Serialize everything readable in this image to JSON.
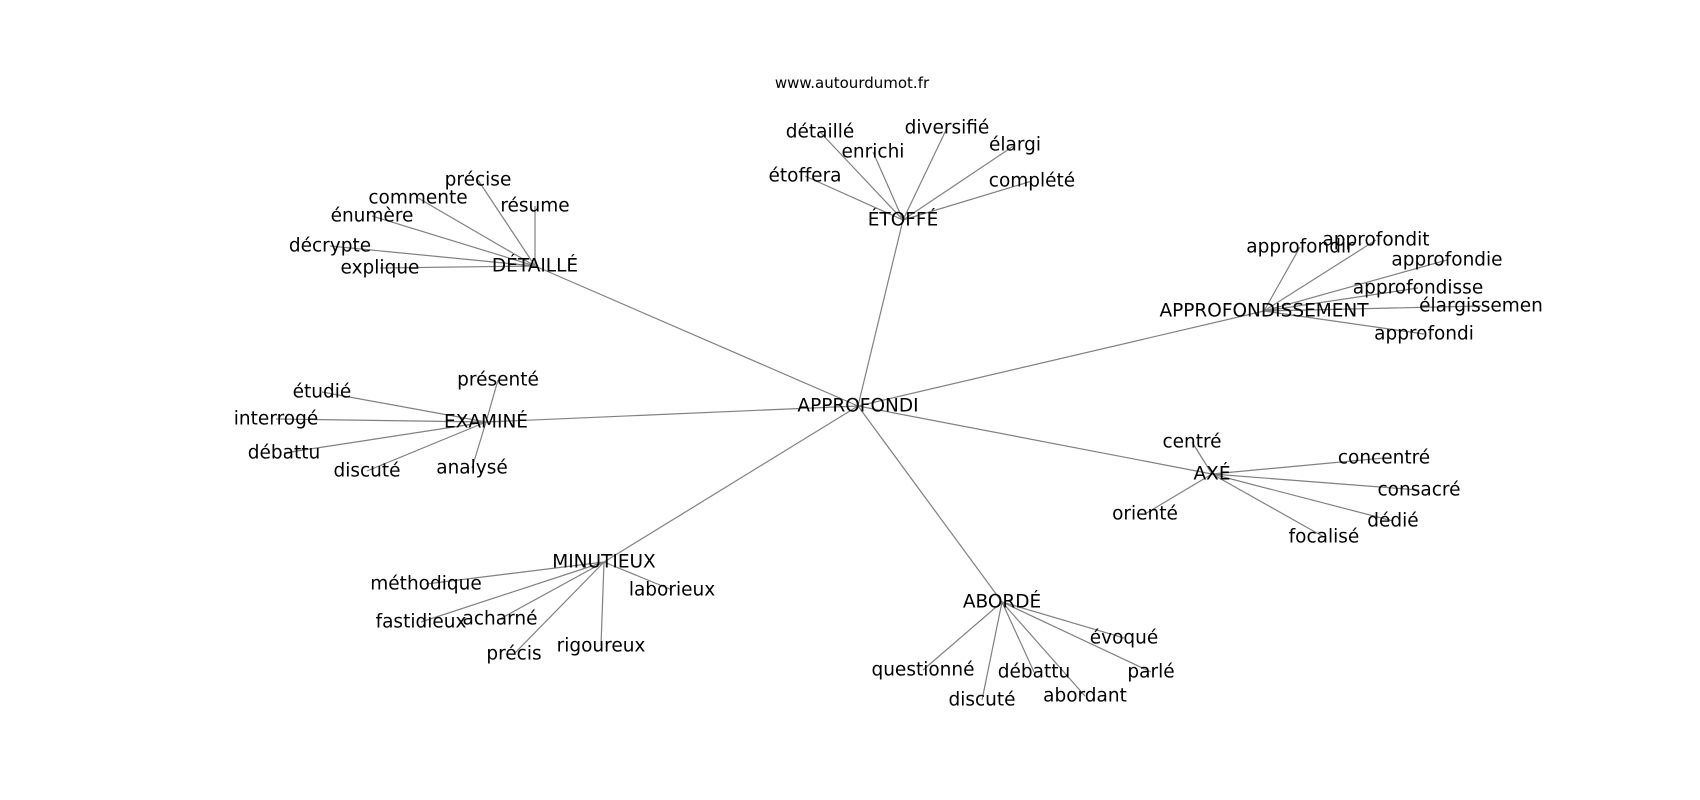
{
  "source_text": "www.autourdumot.fr",
  "colors": {
    "edge": "#808080",
    "text": "#000000",
    "background": "#ffffff"
  },
  "center": "APPROFONDI",
  "groups": [
    {
      "hub": "DÉTAILLÉ",
      "words": [
        "précise",
        "commente",
        "résume",
        "énumère",
        "décrypte",
        "explique"
      ]
    },
    {
      "hub": "ÉTOFFÉ",
      "words": [
        "détaillé",
        "diversifié",
        "enrichi",
        "élargi",
        "étoffera",
        "complété"
      ]
    },
    {
      "hub": "APPROFONDISSEMENT",
      "words": [
        "approfondir",
        "approfondit",
        "approfondie",
        "approfondisse",
        "élargissemen",
        "approfondi"
      ]
    },
    {
      "hub": "EXAMINÉ",
      "words": [
        "étudié",
        "présenté",
        "interrogé",
        "débattu",
        "discuté",
        "analysé"
      ]
    },
    {
      "hub": "AXÉ",
      "words": [
        "centré",
        "concentré",
        "consacré",
        "orienté",
        "dédié",
        "focalisé"
      ]
    },
    {
      "hub": "MINUTIEUX",
      "words": [
        "méthodique",
        "laborieux",
        "fastidieux",
        "acharné",
        "rigoureux",
        "précis"
      ]
    },
    {
      "hub": "ABORDÉ",
      "words": [
        "évoqué",
        "questionné",
        "débattu",
        "parlé",
        "discuté",
        "abordant"
      ]
    }
  ]
}
